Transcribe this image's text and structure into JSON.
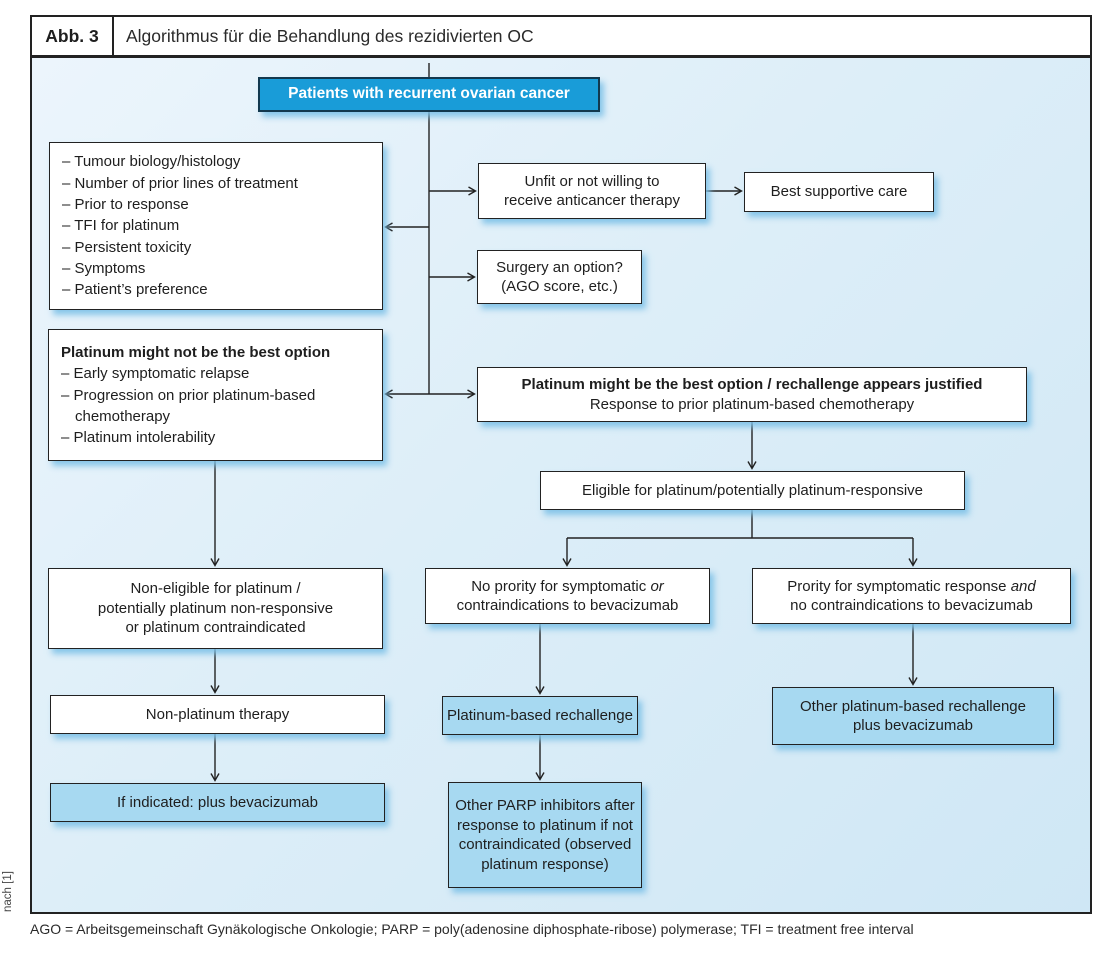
{
  "figure": {
    "label": "Abb. 3",
    "title": "Algorithmus für die Behandlung des rezidivierten OC",
    "source_note": "nach [1]",
    "footnote": "AGO = Arbeitsgemeinschaft Gynäkologische Onkologie; PARP = poly(adenosine diphosphate-ribose) polymerase; TFI = treatment free interval"
  },
  "colors": {
    "accent_blue": "#199cd8",
    "light_blue_box": "#a7d9f1",
    "panel_background": "#ddeef8"
  },
  "flow": {
    "root": "Patients with recurrent ovarian cancer",
    "criteria": {
      "items": [
        "– Tumour biology/histology",
        "– Number of prior lines of treatment",
        "– Prior to response",
        "– TFI for platinum",
        "– Persistent toxicity",
        "– Symptoms",
        "– Patient’s preference"
      ]
    },
    "unfit": {
      "line1": "Unfit or not willing to",
      "line2": "receive anticancer therapy"
    },
    "best_supportive_care": "Best supportive care",
    "surgery": {
      "line1": "Surgery an option?",
      "line2": "(AGO score, etc.)"
    },
    "platinum_not_best": {
      "title": "Platinum might not be the best option",
      "items": [
        "– Early symptomatic relapse",
        "– Progression on prior platinum-based chemotherapy",
        "– Platinum intolerability"
      ]
    },
    "platinum_best": {
      "title": "Platinum might be the best option / rechallenge appears justified",
      "subtitle": "Response to prior platinum-based chemotherapy"
    },
    "eligible": "Eligible for platinum/potentially platinum-responsive",
    "non_eligible": {
      "lines": [
        "Non-eligible for platinum /",
        "potentially platinum non-responsive",
        "or platinum contraindicated"
      ]
    },
    "no_priority": {
      "pre": "No prority for symptomatic ",
      "italic": "or",
      "line2": "contraindications to bevacizumab"
    },
    "priority": {
      "pre": "Prority for symptomatic response ",
      "italic": "and",
      "line2": "no contraindications to bevacizumab"
    },
    "non_platinum": "Non-platinum therapy",
    "if_indicated": "If indicated: plus bevacizumab",
    "rechallenge": "Platinum-based rechallenge",
    "other_rechallenge": {
      "line1": "Other platinum-based rechallenge",
      "line2": "plus bevacizumab"
    },
    "parp": {
      "lines": [
        "Other PARP inhibitors after",
        "response to platinum if not",
        "contraindicated (observed",
        "platinum response)"
      ]
    }
  }
}
